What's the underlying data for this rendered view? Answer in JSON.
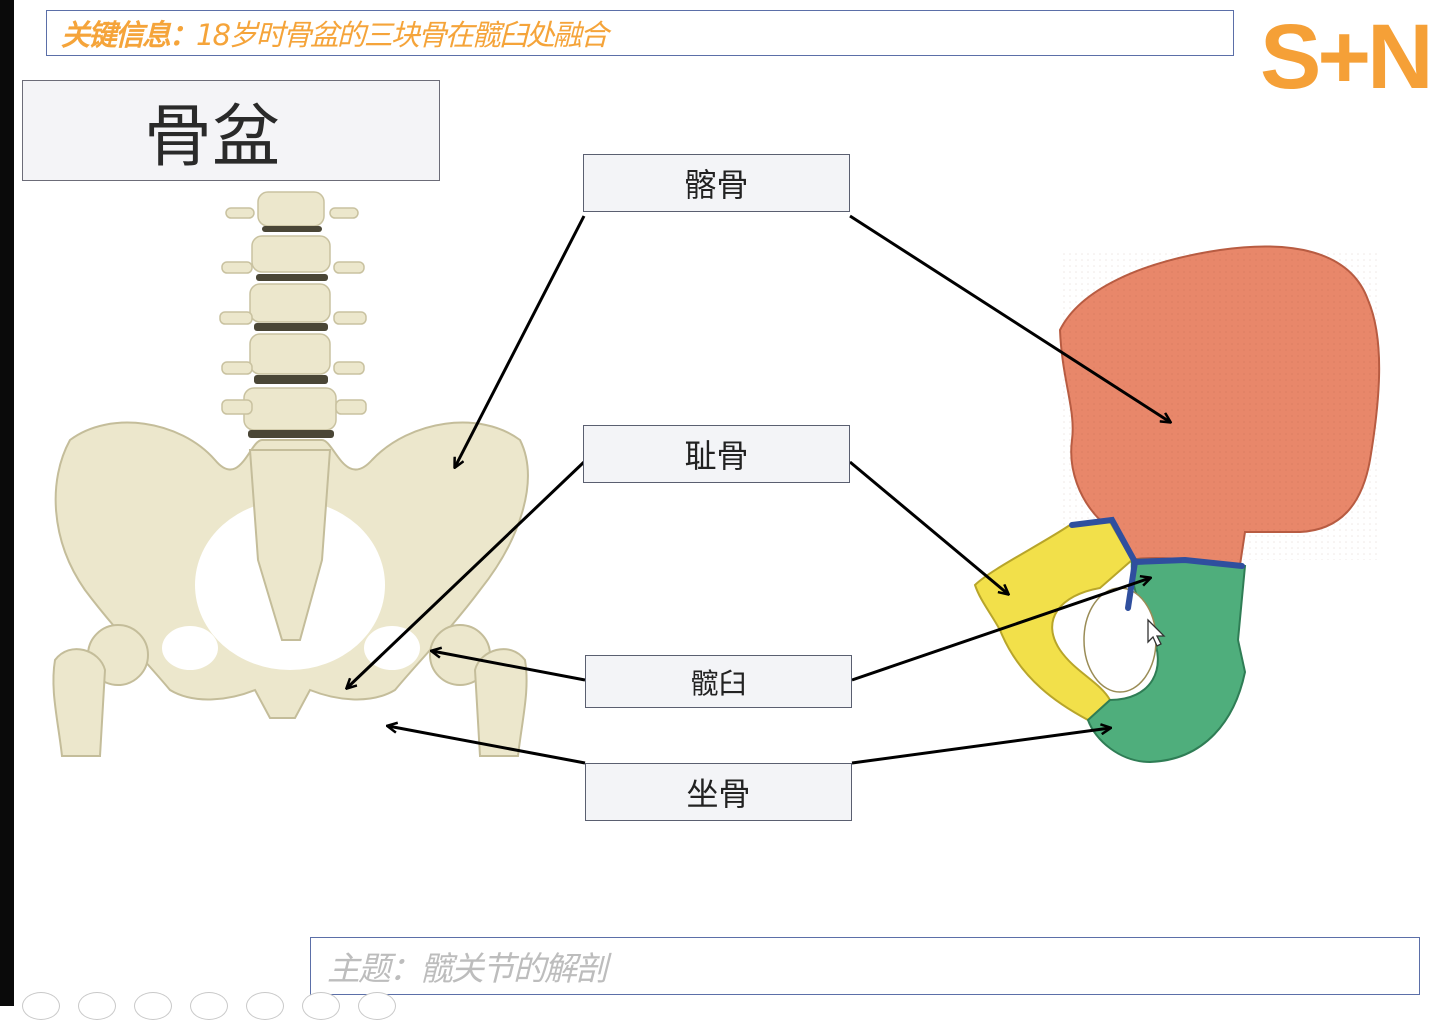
{
  "header": {
    "key_label": "关键信息：",
    "key_text": "18岁时骨盆的三块骨在髋臼处融合"
  },
  "logo": {
    "text": "S+N",
    "color": "#f5a037"
  },
  "title": "骨盆",
  "labels": {
    "ilium": "髂骨",
    "pubis": "耻骨",
    "acetabulum": "髋臼",
    "ischium": "坐骨"
  },
  "footer": {
    "topic": "主题：髋关节的解剖"
  },
  "colors": {
    "ilium": "#e8876a",
    "pubis": "#f2e04a",
    "ischium": "#4fae7c",
    "fusion_line": "#2f4f9e",
    "bone": "#ece7cc",
    "accent": "#f5a43a"
  },
  "icons": [
    "mouse-cursor-icon"
  ]
}
